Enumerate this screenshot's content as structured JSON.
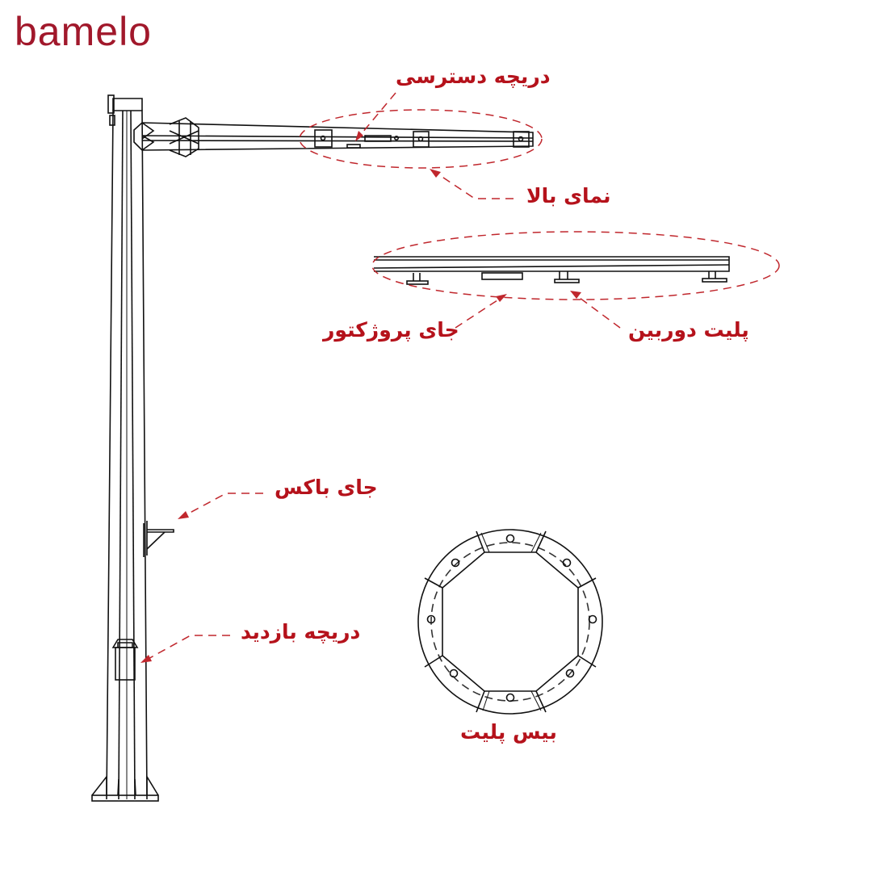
{
  "brand": {
    "name": "bamelo",
    "color": "#a1182b"
  },
  "accent_color": "#b5121b",
  "line_color": "#111111",
  "labels": {
    "access_hatch": "دریچه دسترسی",
    "top_view": "نمای بالا",
    "projector_mount": "جای پروژکتور",
    "camera_plate": "پلیت دوربین",
    "box_mount": "جای باکس",
    "inspection_hatch": "دریچه بازدید",
    "base_plate": "بیس پلیت"
  }
}
